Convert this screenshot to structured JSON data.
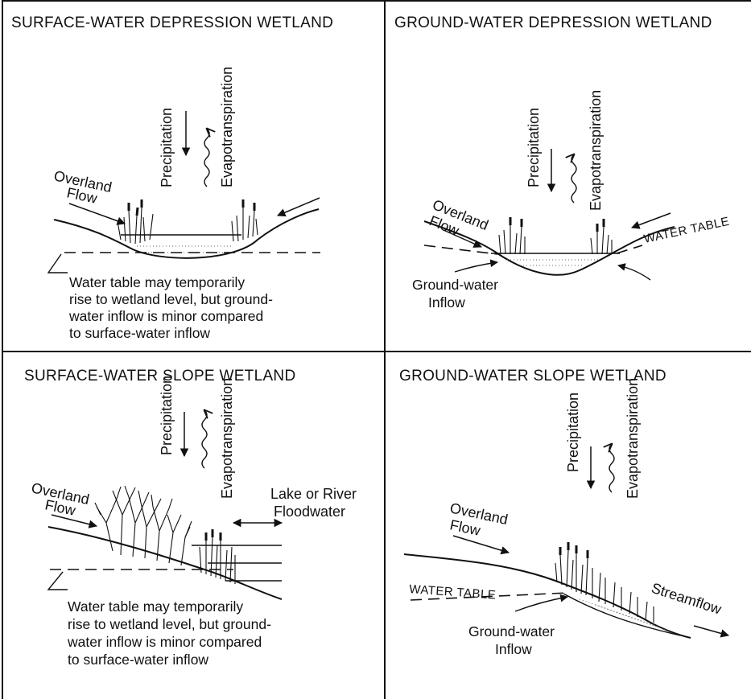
{
  "panels": [
    {
      "title": "SURFACE-WATER DEPRESSION WETLAND",
      "precipitation": "Precipitation",
      "evapotranspiration": "Evapotranspiration",
      "overland_1": "Overland",
      "overland_2": "Flow",
      "note": [
        "Water   table   may   temporarily",
        "rise to wetland level, but ground-",
        "water inflow is minor compared",
        "to surface-water inflow"
      ]
    },
    {
      "title": "GROUND-WATER DEPRESSION WETLAND",
      "precipitation": "Precipitation",
      "evapotranspiration": "Evapotranspiration",
      "overland_1": "Overland",
      "overland_2": "Flow",
      "water_table": "WATER TABLE",
      "gw_inflow_1": "Ground-water",
      "gw_inflow_2": "Inflow"
    },
    {
      "title": "SURFACE-WATER SLOPE WETLAND",
      "precipitation": "Precipitation",
      "evapotranspiration": "Evapotranspiration",
      "overland_1": "Overland",
      "overland_2": "Flow",
      "floodwater_1": "Lake or River",
      "floodwater_2": "Floodwater",
      "note": [
        "Water   table   may   temporarily",
        "rise to wetland level, but ground-",
        "water inflow is minor compared",
        "to surface-water inflow"
      ]
    },
    {
      "title": "GROUND-WATER SLOPE WETLAND",
      "precipitation": "Precipitation",
      "evapotranspiration": "Evapotranspiration",
      "overland_1": "Overland",
      "overland_2": "Flow",
      "water_table": "WATER TABLE",
      "streamflow": "Streamflow",
      "gw_inflow_1": "Ground-water",
      "gw_inflow_2": "Inflow"
    }
  ]
}
